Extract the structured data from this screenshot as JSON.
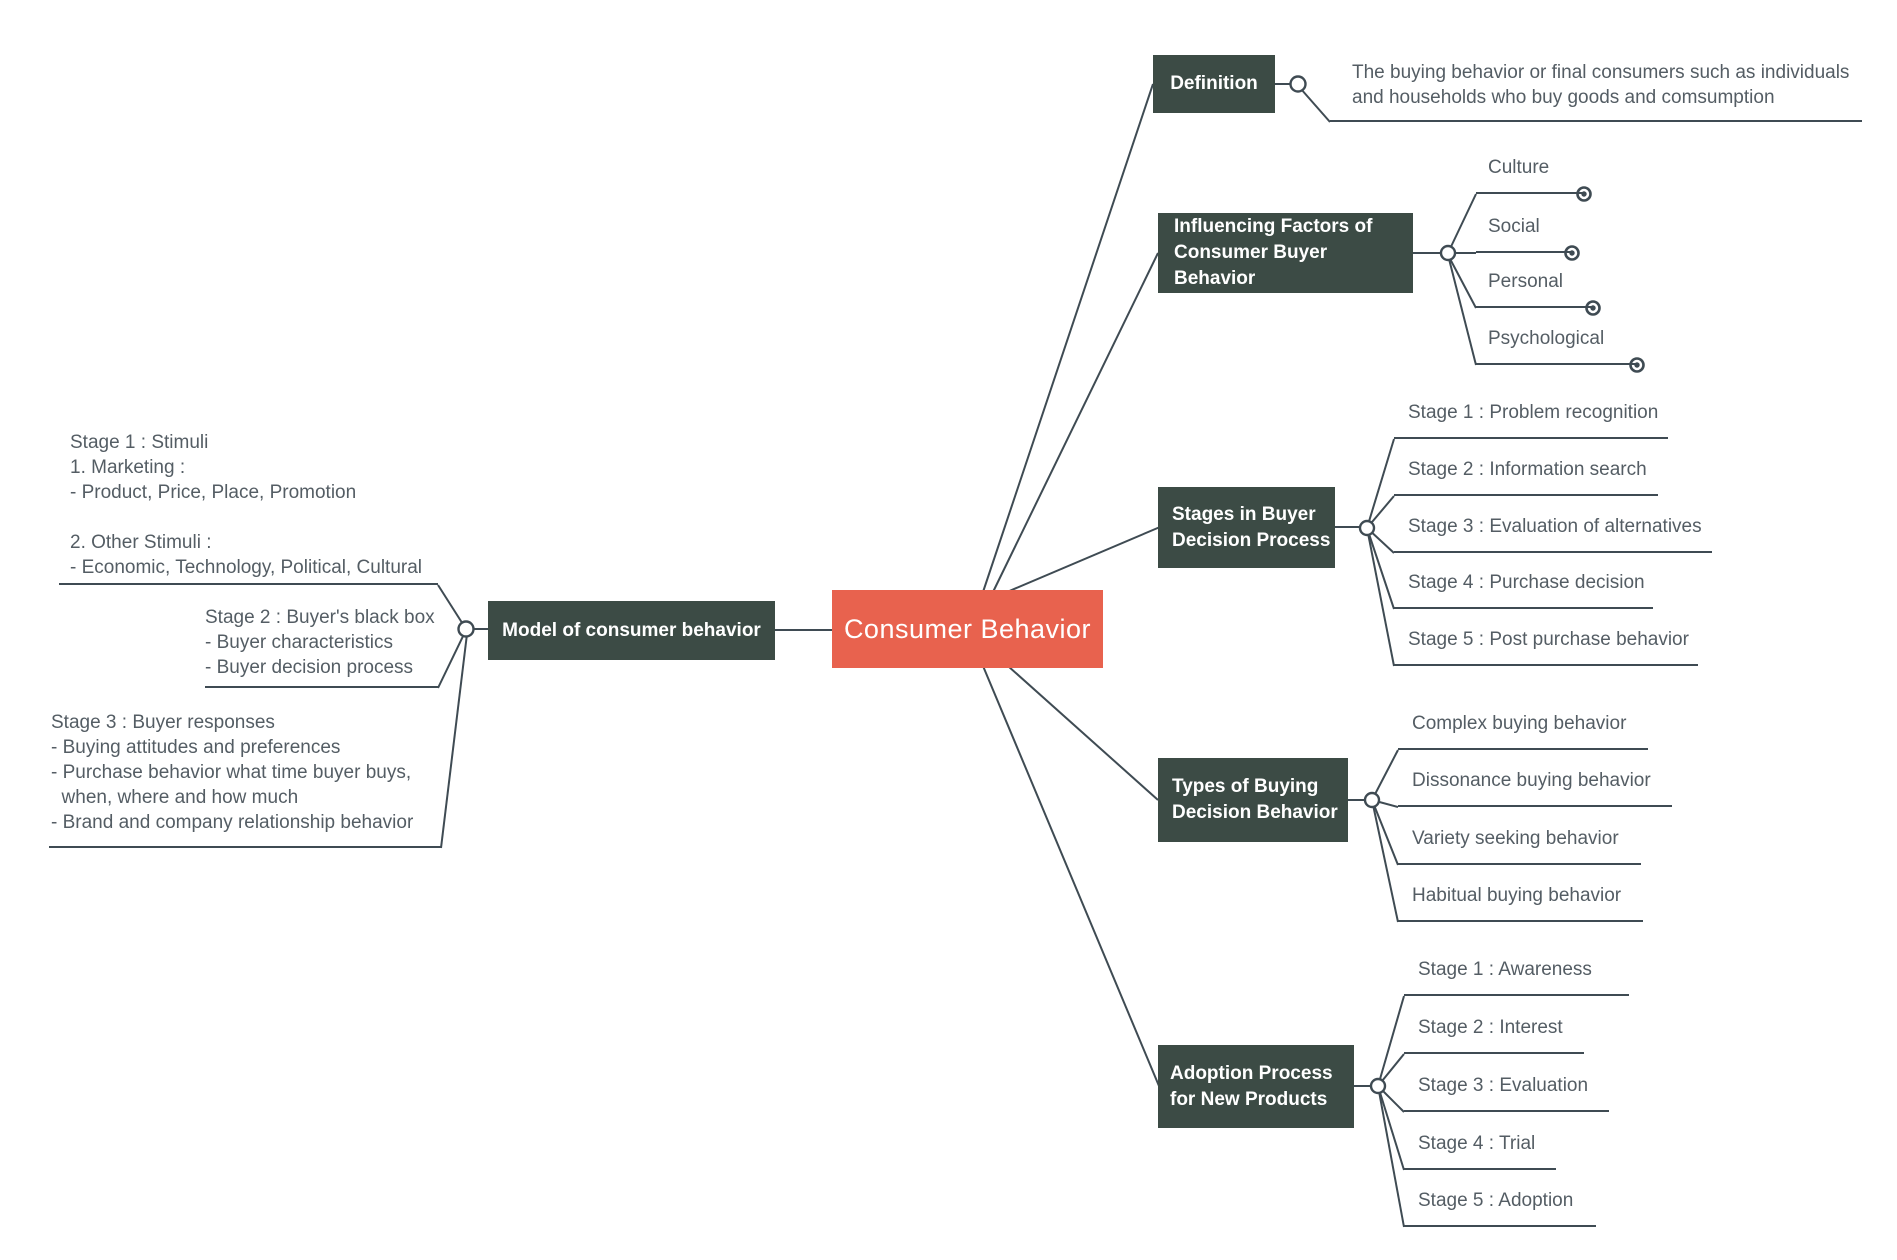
{
  "root": {
    "label": "Consumer Behavior"
  },
  "left_branch": {
    "node_label": "Model of consumer behavior",
    "children": [
      "Stage 1 : Stimuli\n1. Marketing :\n- Product, Price, Place, Promotion\n\n2. Other Stimuli :\n- Economic, Technology, Political, Cultural",
      "Stage 2 : Buyer's black box\n- Buyer characteristics\n- Buyer decision process",
      "Stage 3 : Buyer responses\n- Buying attitudes and preferences\n- Purchase behavior what time buyer buys,\n  when, where and how much\n- Brand and company relationship behavior"
    ]
  },
  "right_branches": [
    {
      "label": "Definition",
      "children": [
        "The buying behavior or final consumers such as individuals\nand households who buy goods and comsumption"
      ]
    },
    {
      "label": "Influencing Factors of\nConsumer Buyer Behavior",
      "children": [
        "Culture",
        "Social",
        "Personal",
        "Psychological"
      ]
    },
    {
      "label": "Stages in Buyer\nDecision Process",
      "children": [
        "Stage 1 : Problem recognition",
        "Stage 2 : Information search",
        "Stage 3 : Evaluation of alternatives",
        "Stage 4 : Purchase decision",
        "Stage 5 : Post purchase behavior"
      ]
    },
    {
      "label": "Types of Buying\nDecision Behavior",
      "children": [
        "Complex buying behavior",
        "Dissonance buying behavior",
        "Variety seeking behavior",
        "Habitual buying behavior"
      ]
    },
    {
      "label": "Adoption Process\nfor New Products",
      "children": [
        "Stage 1 : Awareness",
        "Stage 2 : Interest",
        "Stage 3 : Evaluation",
        "Stage 4 : Trial",
        "Stage 5 : Adoption"
      ]
    }
  ],
  "colors": {
    "root_bg": "#E8624E",
    "node_bg": "#3C4B45",
    "line": "#3F4B53",
    "label_text": "#545D64",
    "node_text": "#FFFFFF"
  }
}
